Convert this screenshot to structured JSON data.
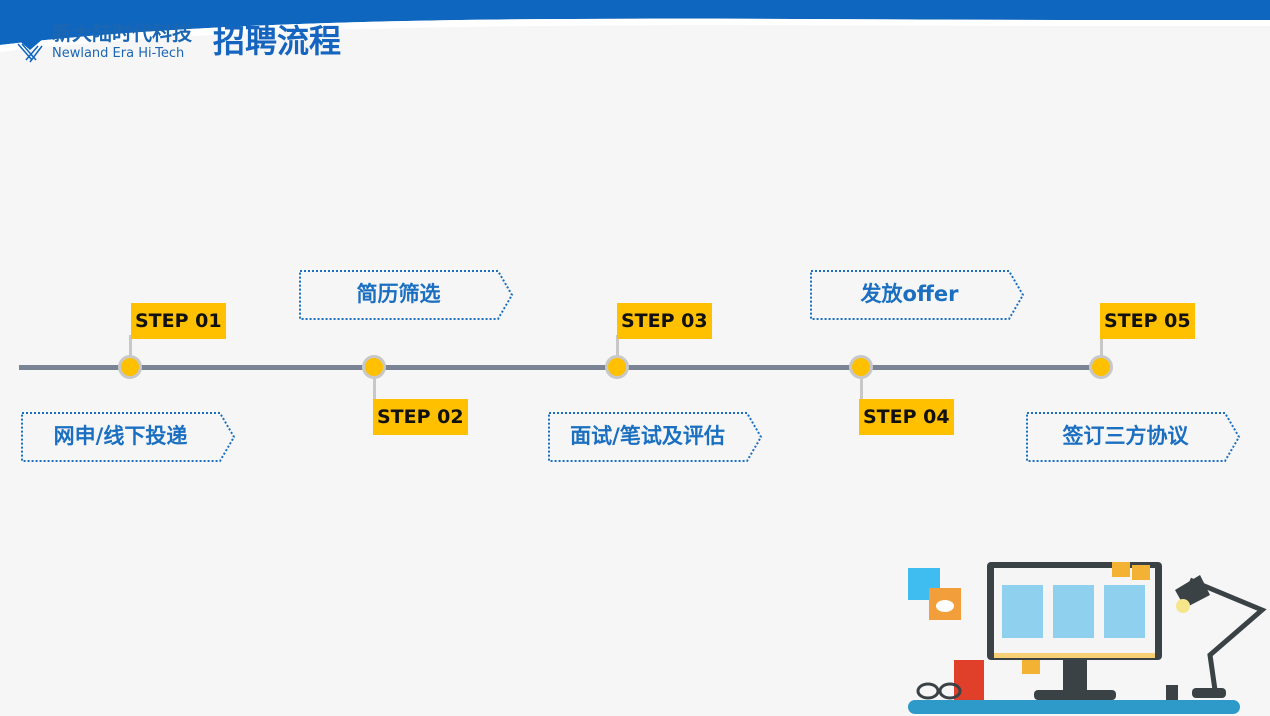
{
  "header": {
    "logo_cn": "新大陆时代科技",
    "logo_en": "Newland Era Hi-Tech",
    "title": "招聘流程"
  },
  "colors": {
    "brand_blue": "#0f66be",
    "step_yellow": "#ffc000",
    "timeline": "#7a8494"
  },
  "steps": [
    {
      "label": "STEP 01",
      "desc": "网申/线下投递"
    },
    {
      "label": "STEP 02",
      "desc": "简历筛选"
    },
    {
      "label": "STEP 03",
      "desc": "面试/笔试及评估"
    },
    {
      "label": "STEP 04",
      "desc": "发放offer"
    },
    {
      "label": "STEP 05",
      "desc": "签订三方协议"
    }
  ]
}
